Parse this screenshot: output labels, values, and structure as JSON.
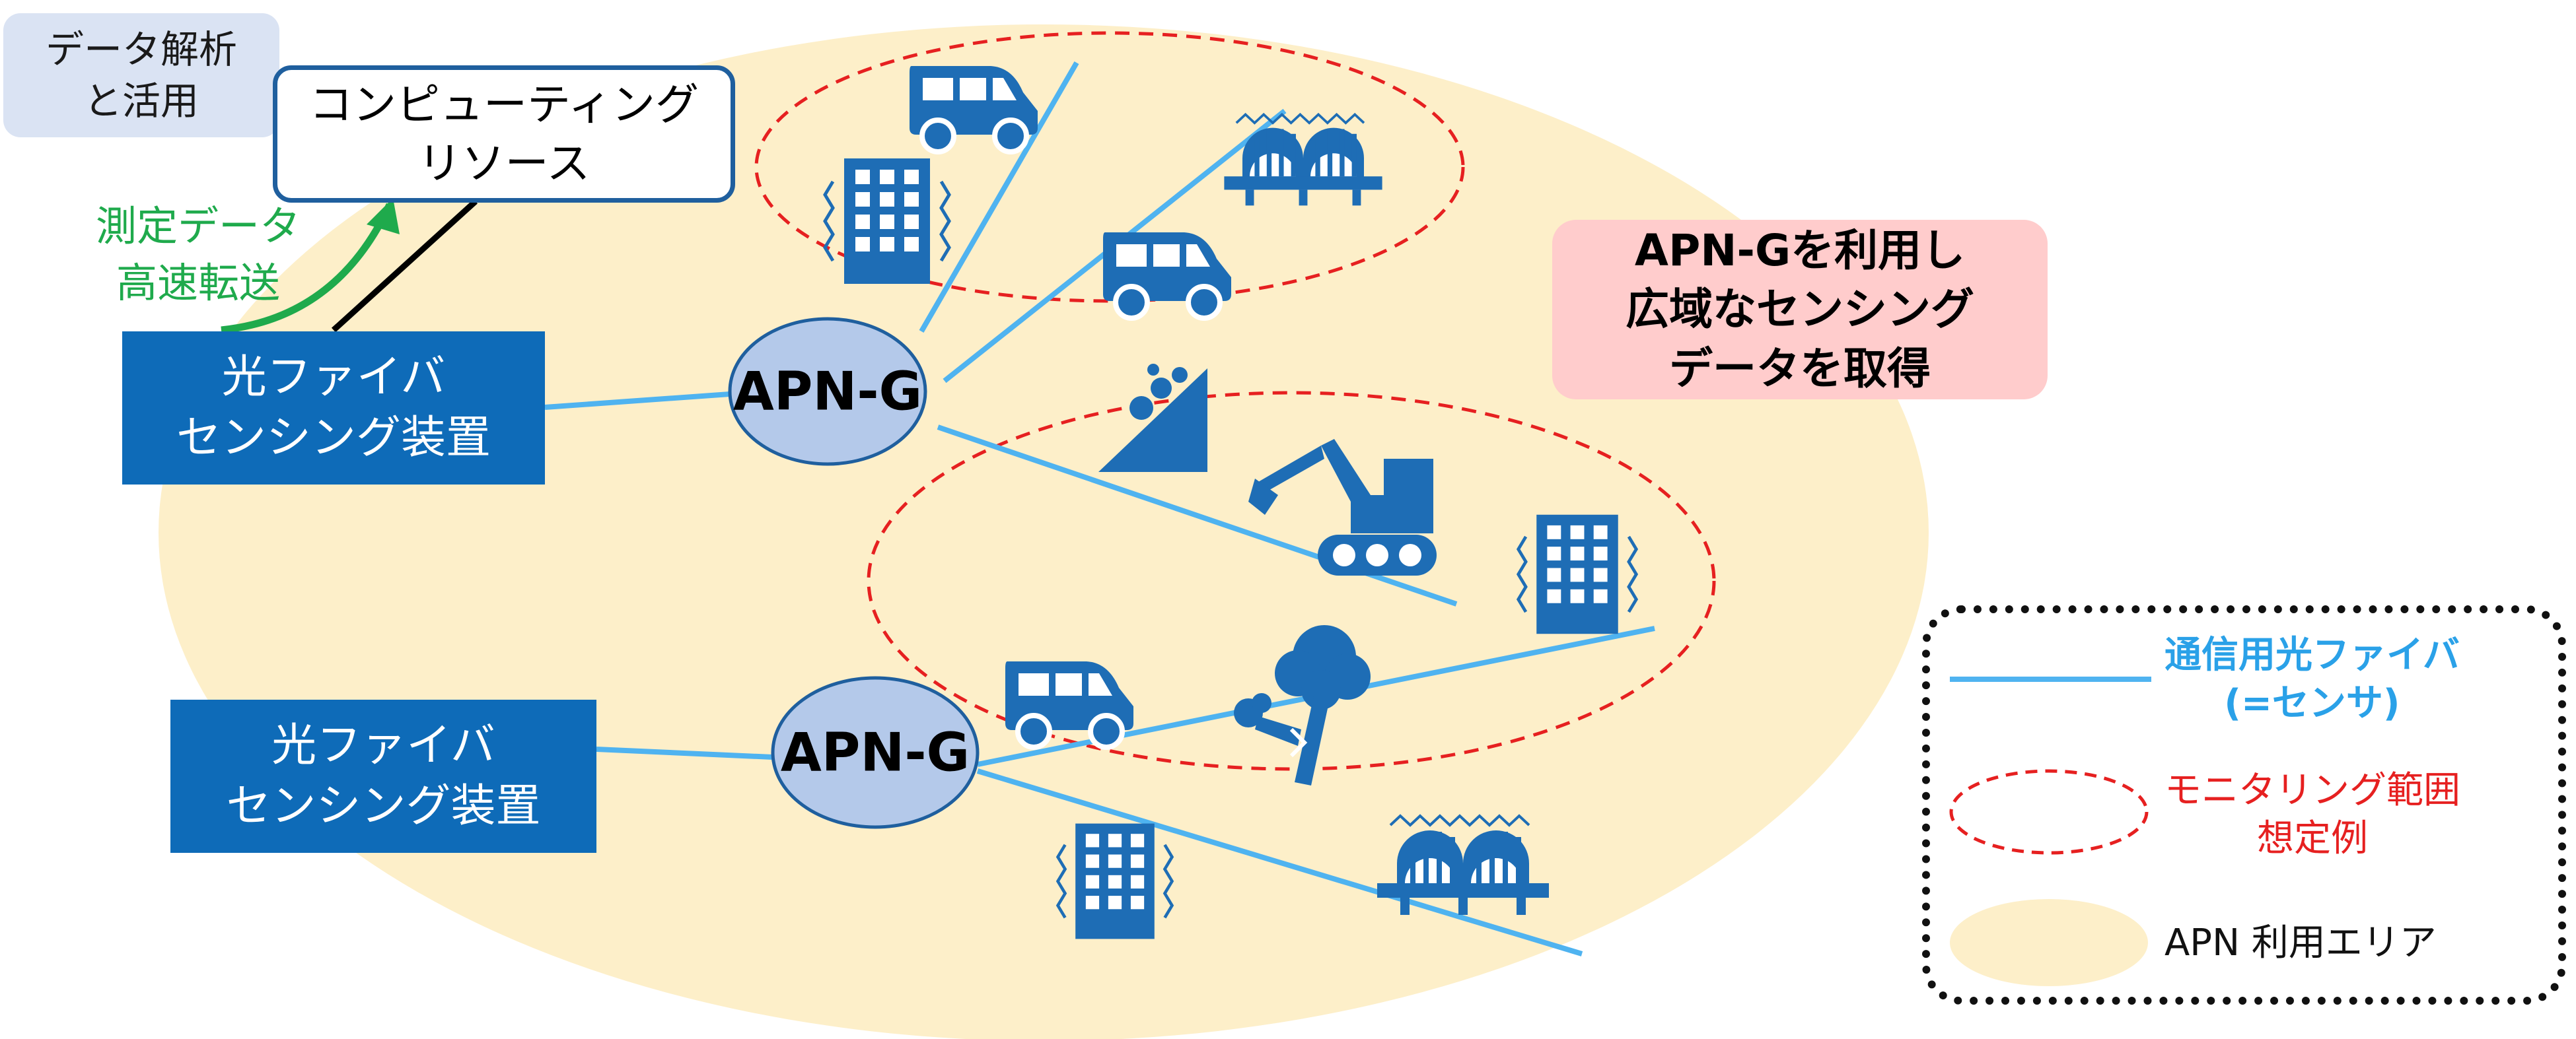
{
  "analysis": {
    "line1": "データ解析",
    "line2": "と活用"
  },
  "computing": {
    "line1": "コンピューティング",
    "line2": "リソース"
  },
  "transfer": {
    "line1": "測定データ",
    "line2": "高速転送"
  },
  "devices": [
    {
      "line1": "光ファイバ",
      "line2": "センシング装置"
    },
    {
      "line1": "光ファイバ",
      "line2": "センシング装置"
    }
  ],
  "apn_nodes": [
    {
      "label": "APN-G"
    },
    {
      "label": "APN-G"
    }
  ],
  "callout": {
    "line1": "APN-Gを利用し",
    "line2": "広域なセンシング",
    "line3": "データを取得"
  },
  "legend": {
    "fiber_line1": "通信用光ファイバ",
    "fiber_line2": "(=センサ)",
    "monitor_line1": "モニタリング範囲",
    "monitor_line2": "想定例",
    "area": "APN 利用エリア"
  },
  "icons": [
    "van-icon",
    "building-icon",
    "bridge-icon",
    "landslide-icon",
    "excavator-icon",
    "tree-icon"
  ],
  "colors": {
    "area_fill": "#fdefc9",
    "fiber": "#4fb3f0",
    "monitor_ellipse": "#e62020",
    "device_fill": "#0e6bb8",
    "apn_fill": "#b4c9ea",
    "icon": "#1e6db5",
    "callout_fill": "#ffcccc",
    "transfer_arrow": "#1faa4c"
  }
}
